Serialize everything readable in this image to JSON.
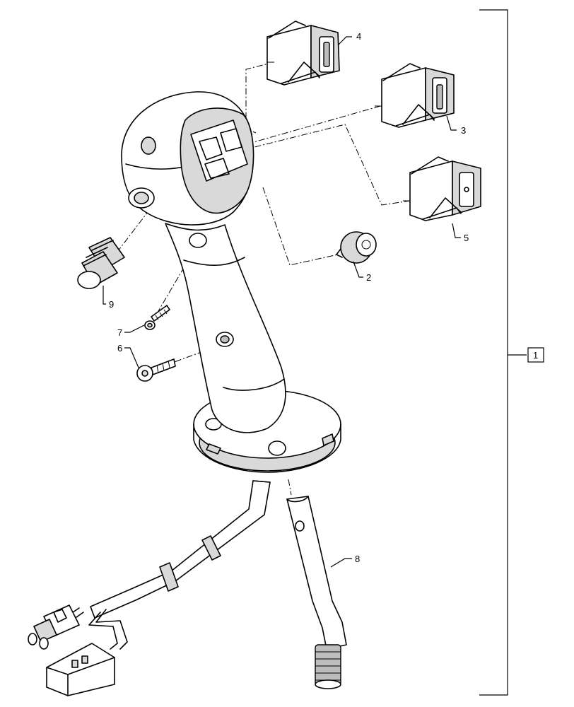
{
  "callouts": {
    "item_1": "1",
    "item_2": "2",
    "item_3": "3",
    "item_4": "4",
    "item_5": "5",
    "item_6": "6",
    "item_7": "7",
    "item_8": "8",
    "item_9": "9"
  }
}
